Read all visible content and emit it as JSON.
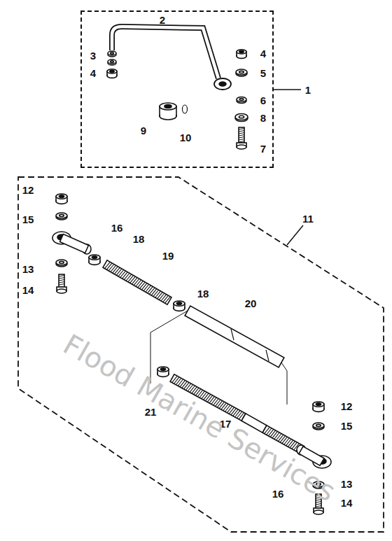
{
  "diagram": {
    "nodes": [
      {
        "text": [
          "1"
        ]
      },
      {
        "text": [
          "11"
        ]
      }
    ],
    "labels": [
      "2",
      "3",
      "4",
      "4",
      "5",
      "6",
      "8",
      "9",
      "10",
      "7",
      "12",
      "15",
      "16",
      "18",
      "13",
      "14",
      "19",
      "18",
      "20",
      "21",
      "17",
      "12",
      "15",
      "16",
      "13",
      "14",
      "Flood Marine Services"
    ]
  }
}
